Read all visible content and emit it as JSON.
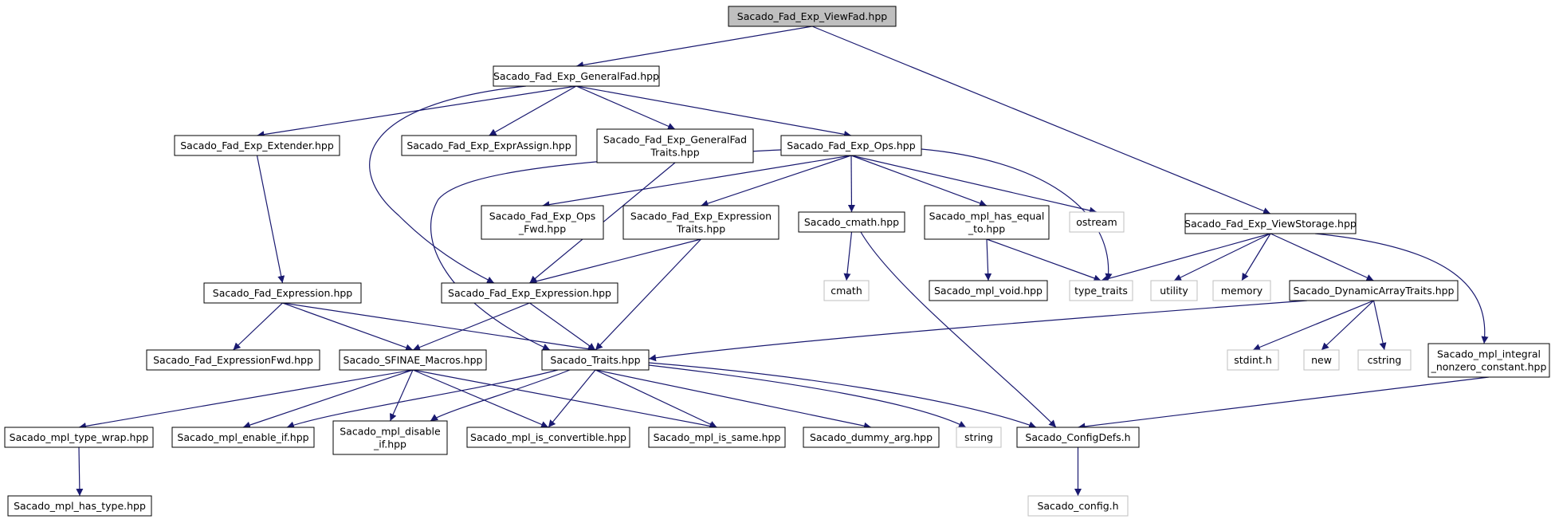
{
  "diagram": {
    "type": "include-dependency-graph",
    "root": "Sacado_Fad_Exp_ViewFad.hpp",
    "colors": {
      "edge": "#191970",
      "root_fill": "#bfbfbf",
      "node_border": "#000000",
      "external_border": "#bfbfbf",
      "background": "#ffffff"
    },
    "nodes": [
      {
        "id": "viewfad",
        "lines": [
          "Sacado_Fad_Exp_ViewFad.hpp"
        ],
        "kind": "root"
      },
      {
        "id": "generalfad",
        "lines": [
          "Sacado_Fad_Exp_GeneralFad.hpp"
        ],
        "kind": "file"
      },
      {
        "id": "extender",
        "lines": [
          "Sacado_Fad_Exp_Extender.hpp"
        ],
        "kind": "file"
      },
      {
        "id": "exprassign",
        "lines": [
          "Sacado_Fad_Exp_ExprAssign.hpp"
        ],
        "kind": "file"
      },
      {
        "id": "gftraits",
        "lines": [
          "Sacado_Fad_Exp_GeneralFad",
          "Traits.hpp"
        ],
        "kind": "file"
      },
      {
        "id": "ops",
        "lines": [
          "Sacado_Fad_Exp_Ops.hpp"
        ],
        "kind": "file"
      },
      {
        "id": "viewstorage",
        "lines": [
          "Sacado_Fad_Exp_ViewStorage.hpp"
        ],
        "kind": "file"
      },
      {
        "id": "opsfwd",
        "lines": [
          "Sacado_Fad_Exp_Ops",
          "_Fwd.hpp"
        ],
        "kind": "file"
      },
      {
        "id": "exprtraits",
        "lines": [
          "Sacado_Fad_Exp_Expression",
          "Traits.hpp"
        ],
        "kind": "file"
      },
      {
        "id": "cmathhpp",
        "lines": [
          "Sacado_cmath.hpp"
        ],
        "kind": "file"
      },
      {
        "id": "hasequal",
        "lines": [
          "Sacado_mpl_has_equal",
          "_to.hpp"
        ],
        "kind": "file"
      },
      {
        "id": "ostream",
        "lines": [
          "ostream"
        ],
        "kind": "external"
      },
      {
        "id": "fadexpression",
        "lines": [
          "Sacado_Fad_Expression.hpp"
        ],
        "kind": "file"
      },
      {
        "id": "expexpression",
        "lines": [
          "Sacado_Fad_Exp_Expression.hpp"
        ],
        "kind": "file"
      },
      {
        "id": "cmath",
        "lines": [
          "cmath"
        ],
        "kind": "external"
      },
      {
        "id": "mplvoid",
        "lines": [
          "Sacado_mpl_void.hpp"
        ],
        "kind": "file"
      },
      {
        "id": "typetraits",
        "lines": [
          "type_traits"
        ],
        "kind": "external"
      },
      {
        "id": "utility",
        "lines": [
          "utility"
        ],
        "kind": "external"
      },
      {
        "id": "memory",
        "lines": [
          "memory"
        ],
        "kind": "external"
      },
      {
        "id": "dyntraits",
        "lines": [
          "Sacado_DynamicArrayTraits.hpp"
        ],
        "kind": "file"
      },
      {
        "id": "exprfwd",
        "lines": [
          "Sacado_Fad_ExpressionFwd.hpp"
        ],
        "kind": "file"
      },
      {
        "id": "sfinae",
        "lines": [
          "Sacado_SFINAE_Macros.hpp"
        ],
        "kind": "file"
      },
      {
        "id": "traits",
        "lines": [
          "Sacado_Traits.hpp"
        ],
        "kind": "file"
      },
      {
        "id": "stdint",
        "lines": [
          "stdint.h"
        ],
        "kind": "external"
      },
      {
        "id": "new",
        "lines": [
          "new"
        ],
        "kind": "external"
      },
      {
        "id": "cstring",
        "lines": [
          "cstring"
        ],
        "kind": "external"
      },
      {
        "id": "integral",
        "lines": [
          "Sacado_mpl_integral",
          "_nonzero_constant.hpp"
        ],
        "kind": "file"
      },
      {
        "id": "typewrap",
        "lines": [
          "Sacado_mpl_type_wrap.hpp"
        ],
        "kind": "file"
      },
      {
        "id": "enableif",
        "lines": [
          "Sacado_mpl_enable_if.hpp"
        ],
        "kind": "file"
      },
      {
        "id": "disableif",
        "lines": [
          "Sacado_mpl_disable",
          "_if.hpp"
        ],
        "kind": "file"
      },
      {
        "id": "isconvertible",
        "lines": [
          "Sacado_mpl_is_convertible.hpp"
        ],
        "kind": "file"
      },
      {
        "id": "issame",
        "lines": [
          "Sacado_mpl_is_same.hpp"
        ],
        "kind": "file"
      },
      {
        "id": "dummyarg",
        "lines": [
          "Sacado_dummy_arg.hpp"
        ],
        "kind": "file"
      },
      {
        "id": "string",
        "lines": [
          "string"
        ],
        "kind": "external"
      },
      {
        "id": "configdefs",
        "lines": [
          "Sacado_ConfigDefs.h"
        ],
        "kind": "file"
      },
      {
        "id": "hastype",
        "lines": [
          "Sacado_mpl_has_type.hpp"
        ],
        "kind": "file"
      },
      {
        "id": "config",
        "lines": [
          "Sacado_config.h"
        ],
        "kind": "external"
      }
    ],
    "edges": [
      [
        "viewfad",
        "generalfad"
      ],
      [
        "viewfad",
        "viewstorage"
      ],
      [
        "generalfad",
        "extender"
      ],
      [
        "generalfad",
        "exprassign"
      ],
      [
        "generalfad",
        "gftraits"
      ],
      [
        "generalfad",
        "ops"
      ],
      [
        "generalfad",
        "expexpression"
      ],
      [
        "extender",
        "fadexpression"
      ],
      [
        "gftraits",
        "expexpression"
      ],
      [
        "ops",
        "opsfwd"
      ],
      [
        "ops",
        "exprtraits"
      ],
      [
        "ops",
        "cmathhpp"
      ],
      [
        "ops",
        "hasequal"
      ],
      [
        "ops",
        "ostream"
      ],
      [
        "ops",
        "typetraits"
      ],
      [
        "ops",
        "traits"
      ],
      [
        "exprtraits",
        "expexpression"
      ],
      [
        "exprtraits",
        "traits"
      ],
      [
        "cmathhpp",
        "cmath"
      ],
      [
        "cmathhpp",
        "configdefs"
      ],
      [
        "hasequal",
        "mplvoid"
      ],
      [
        "hasequal",
        "typetraits"
      ],
      [
        "viewstorage",
        "typetraits"
      ],
      [
        "viewstorage",
        "utility"
      ],
      [
        "viewstorage",
        "memory"
      ],
      [
        "viewstorage",
        "dyntraits"
      ],
      [
        "viewstorage",
        "integral"
      ],
      [
        "fadexpression",
        "exprfwd"
      ],
      [
        "fadexpression",
        "sfinae"
      ],
      [
        "fadexpression",
        "traits"
      ],
      [
        "expexpression",
        "sfinae"
      ],
      [
        "expexpression",
        "traits"
      ],
      [
        "dyntraits",
        "traits"
      ],
      [
        "dyntraits",
        "stdint"
      ],
      [
        "dyntraits",
        "new"
      ],
      [
        "dyntraits",
        "cstring"
      ],
      [
        "sfinae",
        "typewrap"
      ],
      [
        "sfinae",
        "enableif"
      ],
      [
        "sfinae",
        "disableif"
      ],
      [
        "sfinae",
        "isconvertible"
      ],
      [
        "sfinae",
        "issame"
      ],
      [
        "traits",
        "enableif"
      ],
      [
        "traits",
        "disableif"
      ],
      [
        "traits",
        "isconvertible"
      ],
      [
        "traits",
        "issame"
      ],
      [
        "traits",
        "dummyarg"
      ],
      [
        "traits",
        "string"
      ],
      [
        "traits",
        "configdefs"
      ],
      [
        "integral",
        "configdefs"
      ],
      [
        "typewrap",
        "hastype"
      ],
      [
        "configdefs",
        "config"
      ]
    ]
  }
}
